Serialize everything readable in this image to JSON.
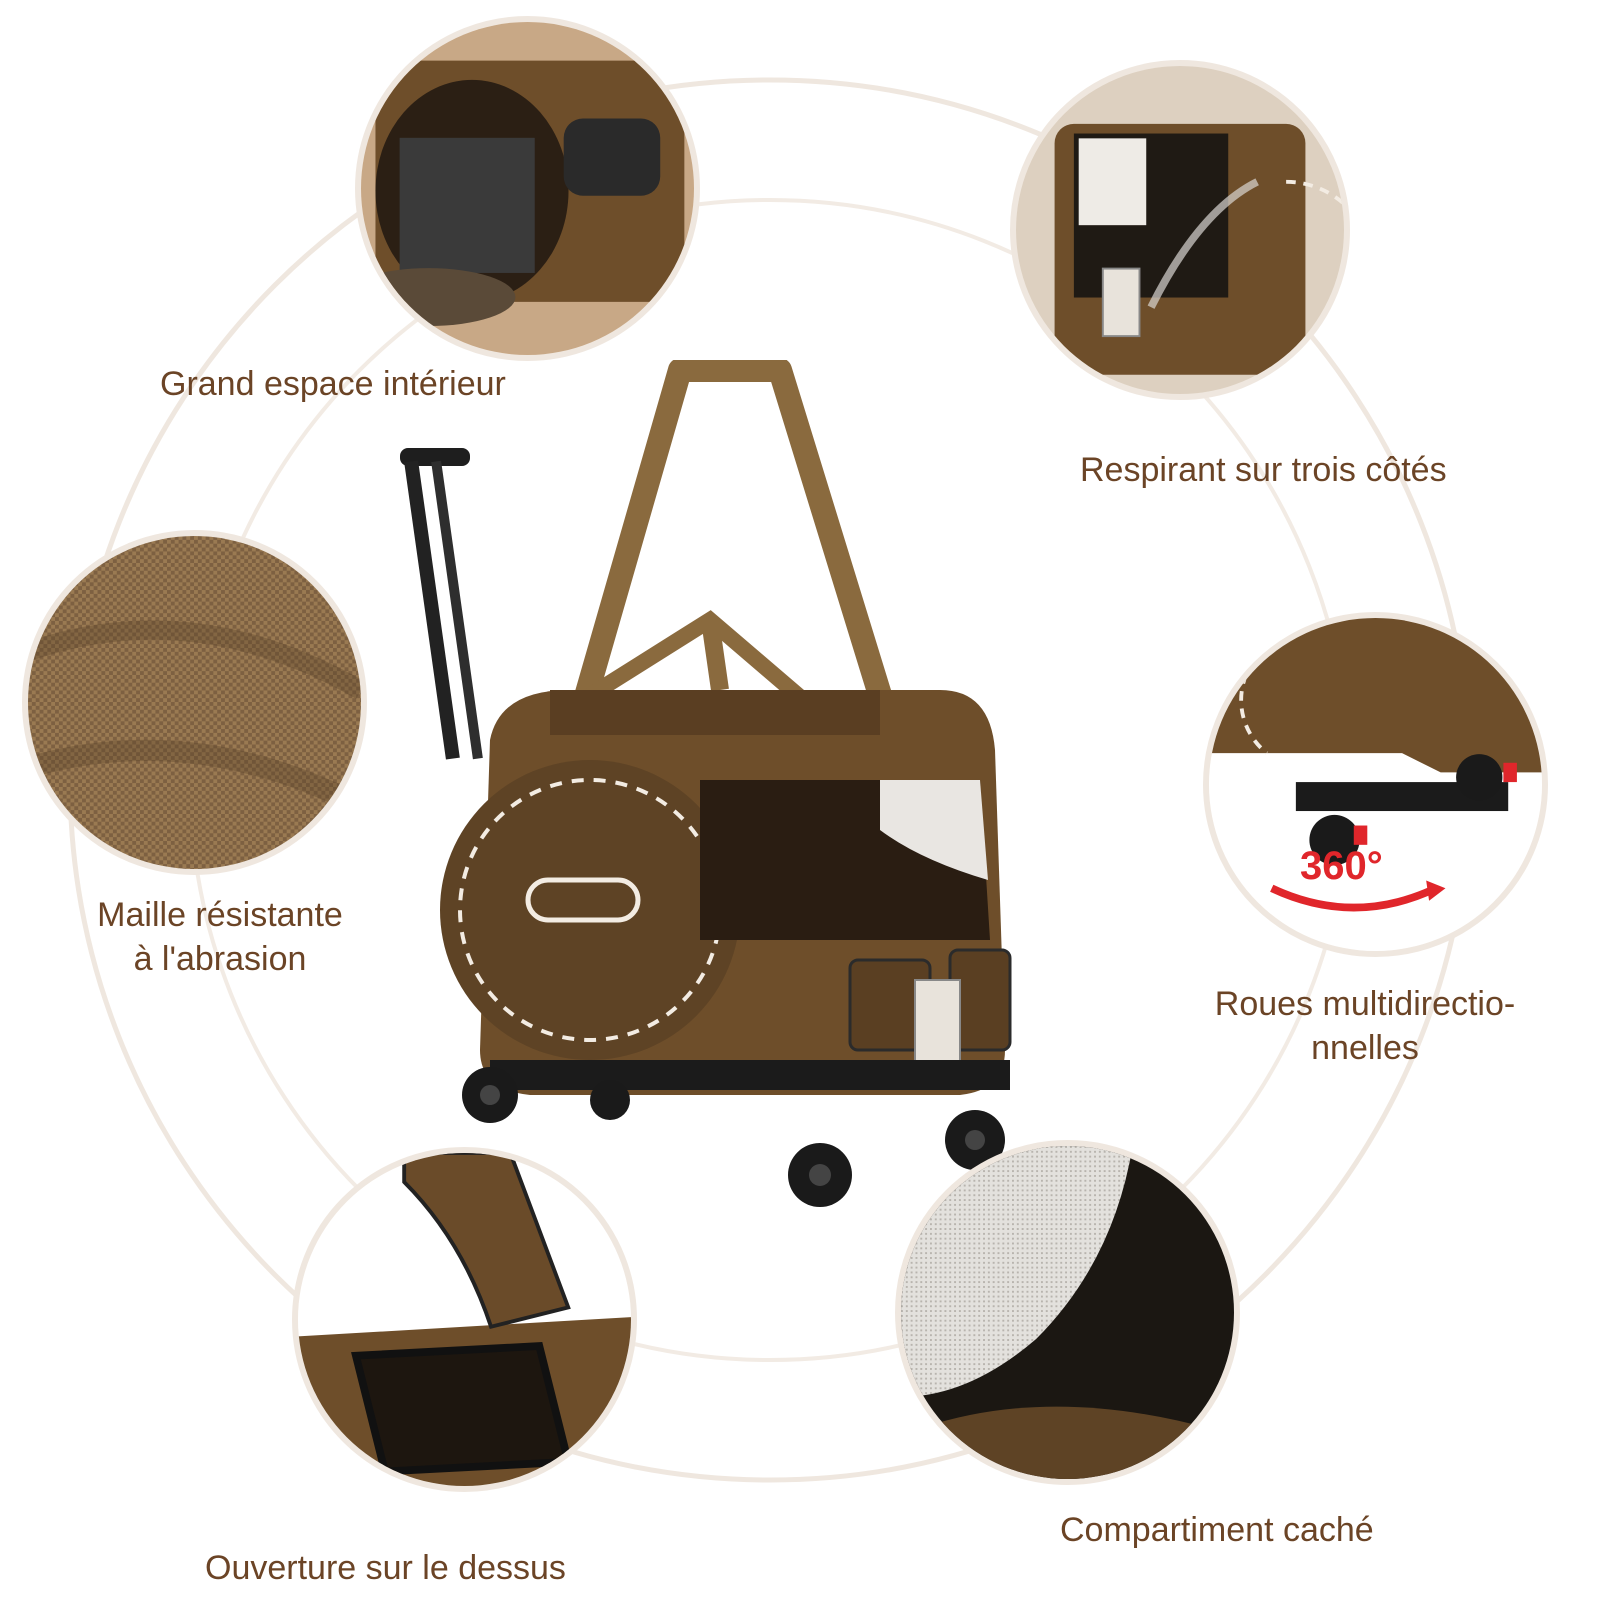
{
  "features": {
    "interior": {
      "label": "Grand espace intérieur",
      "icon": "interior-space-icon"
    },
    "ventilation": {
      "label": "Respirant sur trois côtés",
      "icon": "ventilation-icon"
    },
    "mesh": {
      "label_line1": "Maille résistante",
      "label_line2": "à l'abrasion",
      "icon": "mesh-fabric-icon"
    },
    "wheels": {
      "label_line1": "Roues multidirectio-",
      "label_line2": "nnelles",
      "badge": "360°",
      "icon": "wheel-icon"
    },
    "top_opening": {
      "label": "Ouverture sur le dessus",
      "icon": "top-opening-icon"
    },
    "compartment": {
      "label": "Compartiment caché",
      "icon": "hidden-compartment-icon"
    }
  },
  "colors": {
    "brand_brown": "#6b4426",
    "fabric_brown": "#6e4e2a",
    "ring": "#efe7df",
    "accent_red": "#e0262b"
  }
}
